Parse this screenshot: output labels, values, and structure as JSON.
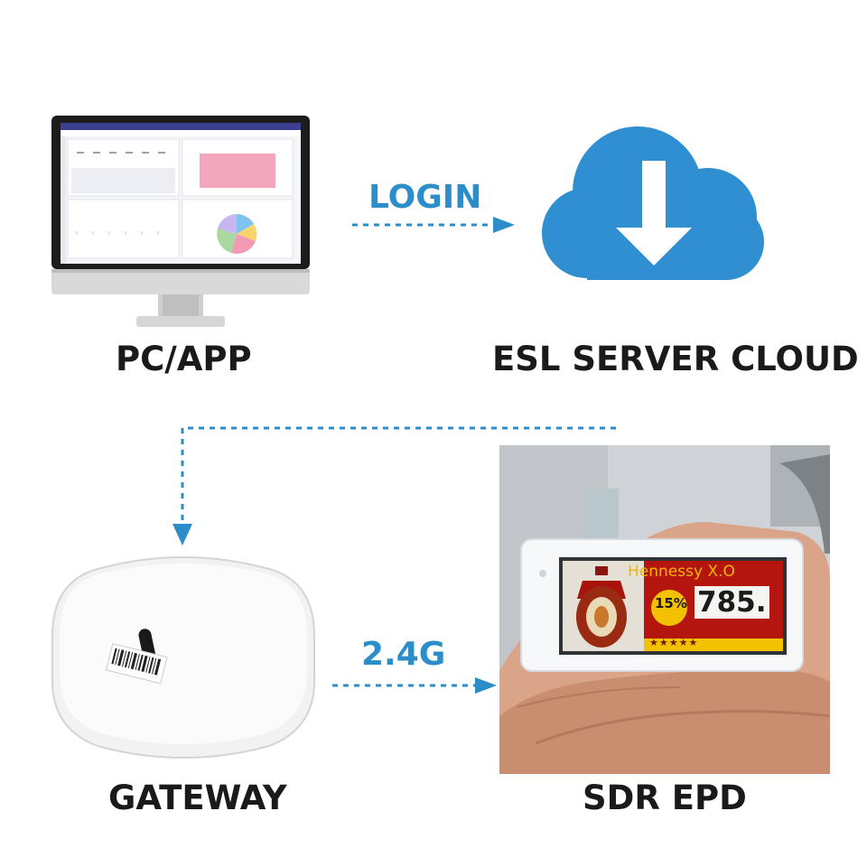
{
  "nodes": {
    "pc": {
      "label": "PC/APP"
    },
    "cloud": {
      "label": "ESL SERVER CLOUD"
    },
    "gateway": {
      "label": "GATEWAY"
    },
    "epd": {
      "label": "SDR EPD"
    }
  },
  "arrows": {
    "login": {
      "label": "LOGIN"
    },
    "radio": {
      "label": "2.4G"
    }
  },
  "epd_display": {
    "brand": "Hennessy X.O",
    "discount": "15%",
    "price": "785.",
    "rating": "★★★★★"
  },
  "colors": {
    "accent": "#2b8ec8",
    "cloud": "#2f8fd0",
    "epd_red": "#b5150f",
    "epd_yellow": "#f2c200"
  }
}
